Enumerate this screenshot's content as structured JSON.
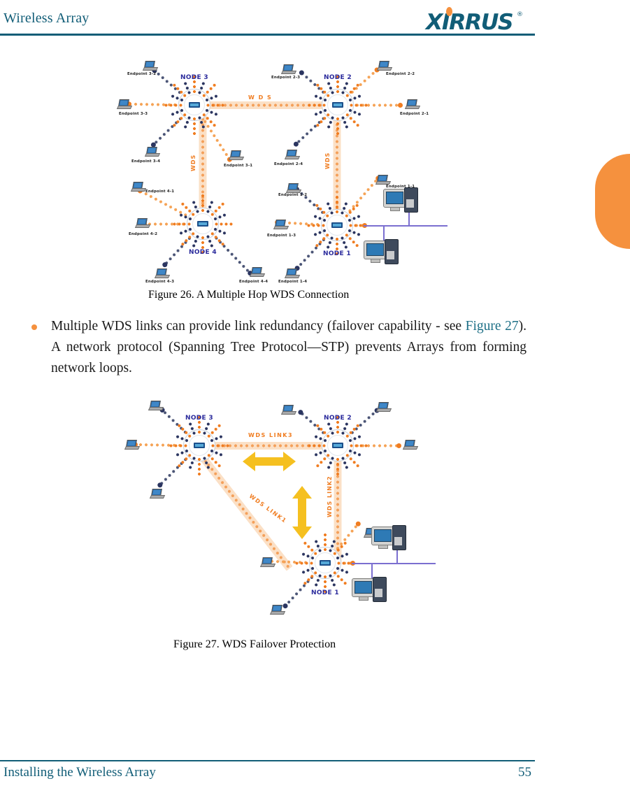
{
  "header": {
    "title": "Wireless Array",
    "brand": "XIRRUS",
    "brand_registered": "®",
    "rule_color": "#115d77"
  },
  "footer": {
    "chapter": "Installing the Wireless Array",
    "page_number": "55"
  },
  "colors": {
    "brand_teal": "#115d77",
    "accent_orange": "#f5913e",
    "beam_orange": "#f07d21",
    "beam_navy": "#2b3560",
    "node_label_blue": "#2a2a9c",
    "failover_yellow": "#f5c020",
    "wire_purple": "#7b6fd0",
    "xref_link": "#1d6f86"
  },
  "body": {
    "bullet": {
      "marker": "●",
      "segments": [
        {
          "text": "Multiple WDS links can provide link redundancy (failover capability - see "
        },
        {
          "text": "Figure 27",
          "style": "xref"
        },
        {
          "text": "). A network protocol (Spanning Tree Protocol—STP) prevents Arrays from forming network loops."
        }
      ],
      "full_text": "Multiple WDS links can provide link redundancy (failover capability - see Figure 27). A network protocol (Spanning Tree Protocol—STP) prevents Arrays from forming network loops."
    }
  },
  "figures": [
    {
      "id": "figure-26",
      "caption": "Figure 26. A Multiple Hop WDS Connection",
      "nodes": [
        {
          "label": "NODE 3"
        },
        {
          "label": "NODE 2"
        },
        {
          "label": "NODE 4"
        },
        {
          "label": "NODE 1"
        }
      ],
      "wds_links": [
        {
          "label": "W D S",
          "orientation": "horizontal"
        },
        {
          "label": "WDS",
          "orientation": "vertical"
        },
        {
          "label": "WDS",
          "orientation": "vertical"
        }
      ],
      "endpoints": [
        "Endpoint 3-2",
        "Endpoint 3-3",
        "Endpoint 3-4",
        "Endpoint 3-1",
        "Endpoint 2-2",
        "Endpoint 2-3",
        "Endpoint 2-4",
        "Endpoint 2-1",
        "Endpoint 4-1",
        "Endpoint 4-2",
        "Endpoint 4-3",
        "Endpoint 4-4",
        "Endpoint 1-1",
        "Endpoint 1-2",
        "Endpoint 1-3",
        "Endpoint 1-4"
      ],
      "wired_hosts": 2
    },
    {
      "id": "figure-27",
      "caption": "Figure 27. WDS Failover Protection",
      "nodes": [
        {
          "label": "NODE 3"
        },
        {
          "label": "NODE 2"
        },
        {
          "label": "NODE 1"
        }
      ],
      "wds_links": [
        {
          "label": "WDS LINK3",
          "orientation": "horizontal"
        },
        {
          "label": "WDS LINK2",
          "orientation": "vertical"
        },
        {
          "label": "WDS LINK1",
          "orientation": "diagonal"
        }
      ],
      "failover_arrows": 2,
      "wired_hosts": 2
    }
  ]
}
